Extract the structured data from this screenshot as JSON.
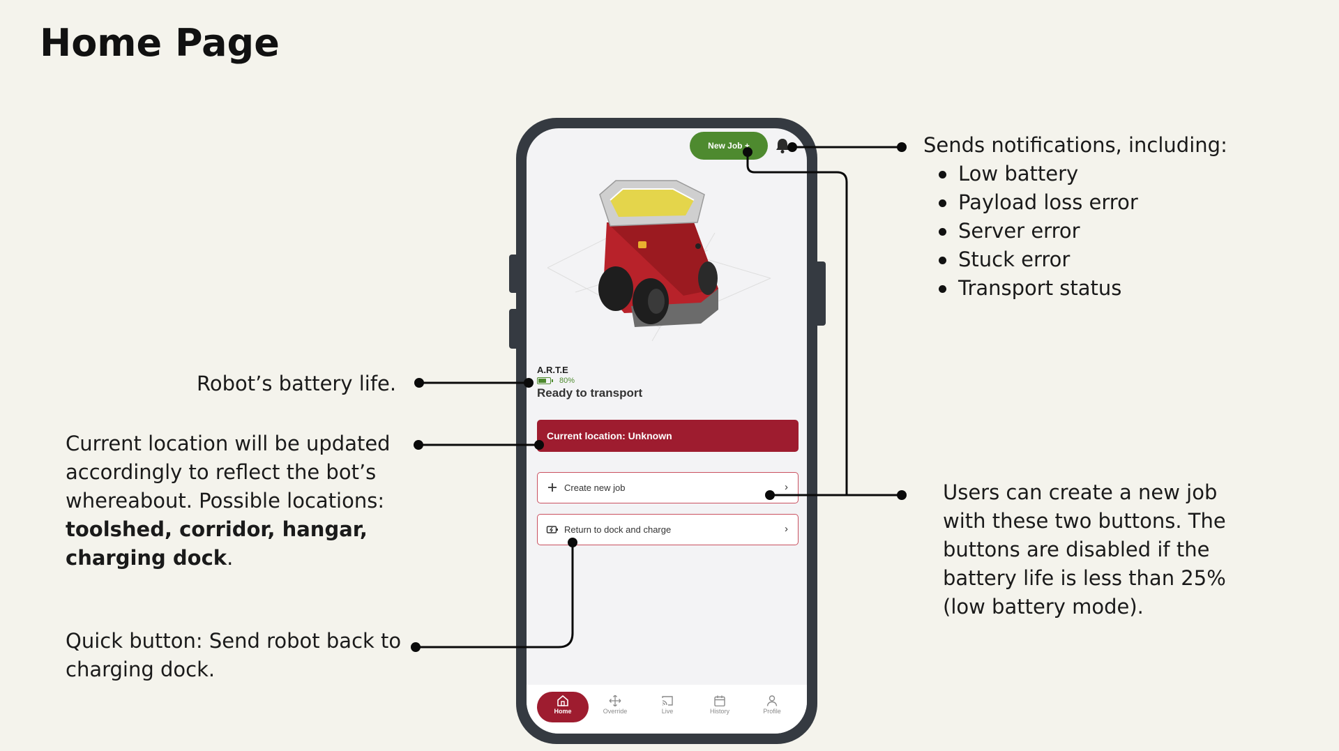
{
  "page": {
    "title": "Home Page"
  },
  "app": {
    "new_job_label": "New Job +",
    "robot_name": "A.R.T.E",
    "battery_percent": "80%",
    "battery_level": 0.8,
    "status": "Ready to transport",
    "location_label": "Current location: Unknown",
    "actions": [
      {
        "label": "Create new job",
        "icon": "plus-icon"
      },
      {
        "label": "Return to dock and charge",
        "icon": "battery-charge-icon"
      }
    ],
    "nav": [
      {
        "label": "Home",
        "icon": "home-icon",
        "active": true
      },
      {
        "label": "Override",
        "icon": "move-icon"
      },
      {
        "label": "Live",
        "icon": "cast-icon"
      },
      {
        "label": "History",
        "icon": "calendar-icon"
      },
      {
        "label": "Profile",
        "icon": "user-icon"
      }
    ],
    "colors": {
      "accent_red": "#9e1c2f",
      "accent_green": "#4e8a2f",
      "frame": "#353a41"
    }
  },
  "annotations": {
    "notifications": {
      "intro": "Sends notifications, including:",
      "items": [
        "Low battery",
        "Payload loss error",
        "Server error",
        "Stuck error",
        "Transport status"
      ]
    },
    "battery": "Robot’s battery life.",
    "location": {
      "lines": [
        "Current location will be updated",
        "accordingly to reflect the bot’s",
        "whereabout. Possible locations:"
      ],
      "bold_1": "toolshed, corridor, hangar,",
      "bold_2": "charging dock",
      "end": "."
    },
    "quick_button": [
      "Quick button: Send robot back to",
      "charging dock."
    ],
    "new_job": [
      "Users can create a new job",
      "with these two buttons. The",
      "buttons are disabled if the",
      "battery life is less than 25%",
      "(low battery mode)."
    ]
  }
}
